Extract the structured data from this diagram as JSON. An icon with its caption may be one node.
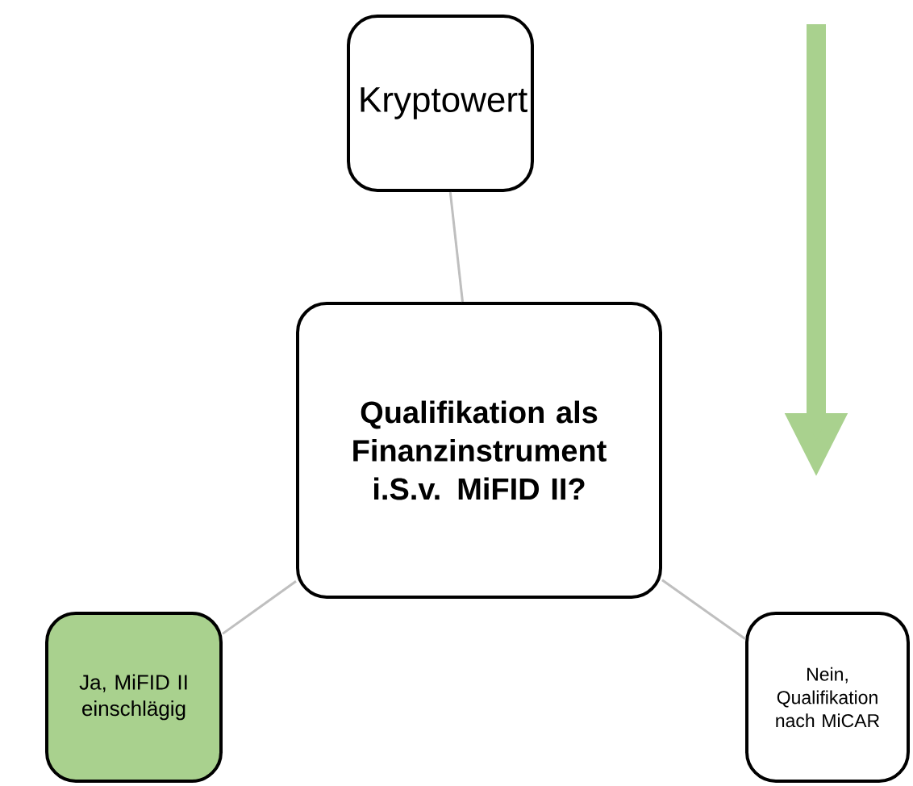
{
  "diagram": {
    "nodes": [
      {
        "text": [
          "Kryptowert"
        ]
      },
      {
        "text": [
          "Qualifikation als Finanzinstrument i.S.v. MiFID II?"
        ]
      },
      {
        "text": [
          "Ja, MiFID II einschlägig"
        ]
      },
      {
        "text": [
          "Nein, Qualifikation nach MiCAR"
        ]
      }
    ],
    "edges": [
      {
        "from": 0,
        "to": 1,
        "arrow": "none"
      },
      {
        "from": 1,
        "to": 2,
        "arrow": "none"
      },
      {
        "from": 1,
        "to": 3,
        "arrow": "none"
      }
    ]
  }
}
